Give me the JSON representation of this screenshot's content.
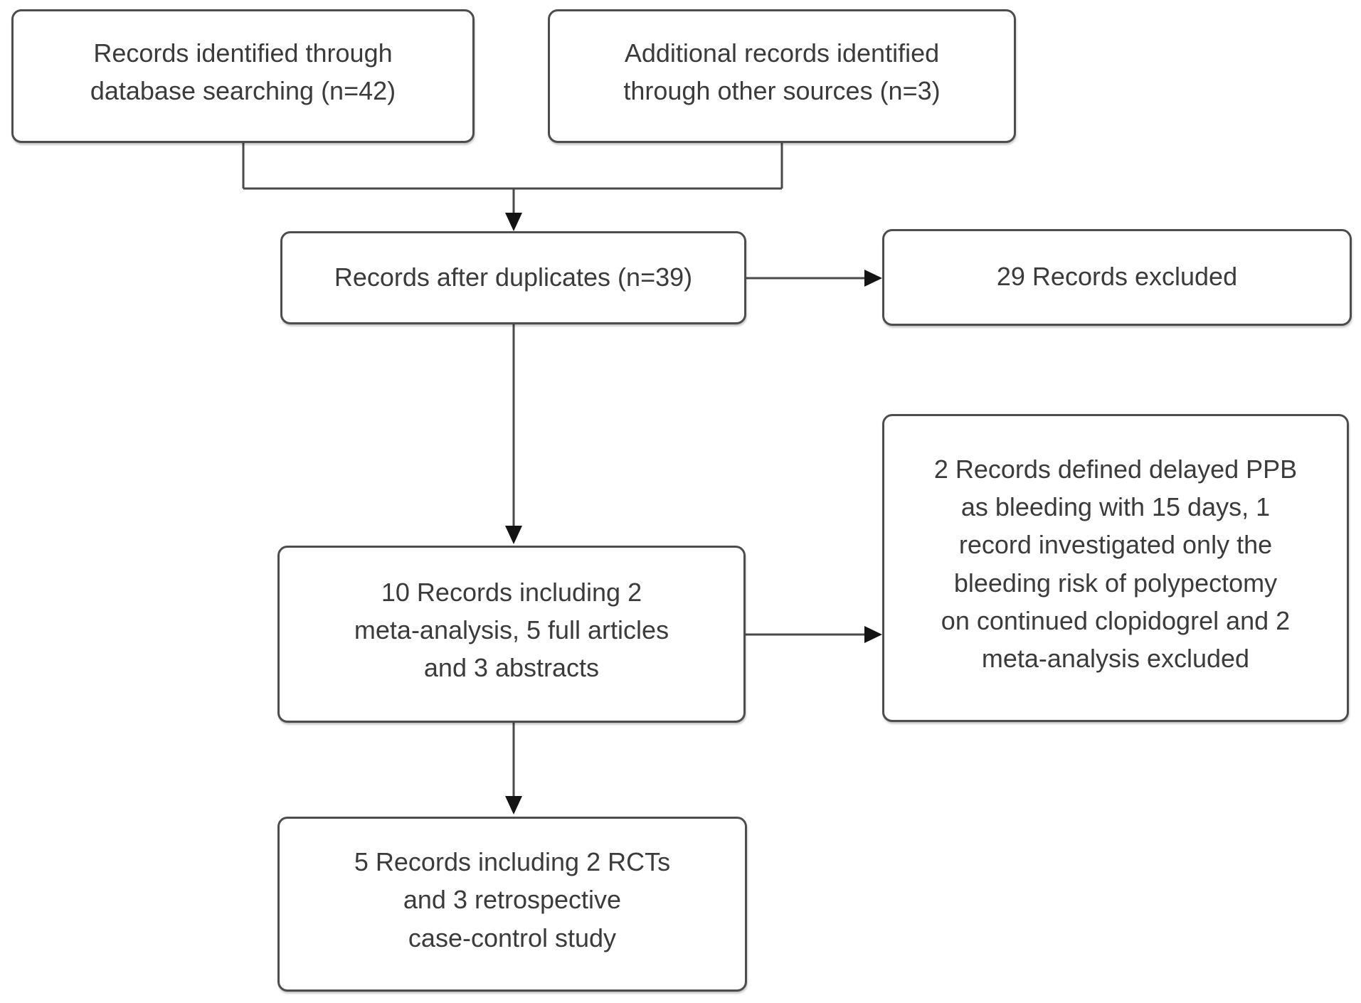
{
  "diagram": {
    "type": "flowchart",
    "boxes": {
      "identified": {
        "text": "Records identified through\ndatabase searching (n=42)"
      },
      "additional": {
        "text": "Additional records identified\nthrough other sources (n=3)"
      },
      "after_duplicates": {
        "text": "Records after duplicates (n=39)"
      },
      "excluded": {
        "text": "29 Records excluded"
      },
      "included_10": {
        "text": "10 Records including 2\nmeta-analysis, 5 full articles\nand 3 abstracts"
      },
      "excluded_detail": {
        "text": "2 Records defined delayed PPB\nas bleeding with 15 days, 1\nrecord investigated only the\nbleeding risk of polypectomy\non continued clopidogrel and 2\nmeta-analysis excluded"
      },
      "final_5": {
        "text": "5 Records including 2 RCTs\nand 3 retrospective\ncase-control study"
      }
    },
    "edges": [
      {
        "from": "identified",
        "to": "after_duplicates"
      },
      {
        "from": "additional",
        "to": "after_duplicates"
      },
      {
        "from": "after_duplicates",
        "to": "excluded"
      },
      {
        "from": "after_duplicates",
        "to": "included_10"
      },
      {
        "from": "included_10",
        "to": "excluded_detail"
      },
      {
        "from": "included_10",
        "to": "final_5"
      }
    ],
    "colors": {
      "background": "#ffffff",
      "border": "#4d4d4d",
      "text": "#3b3b3b",
      "line": "#4a4a4a",
      "arrowhead": "#141414"
    }
  }
}
